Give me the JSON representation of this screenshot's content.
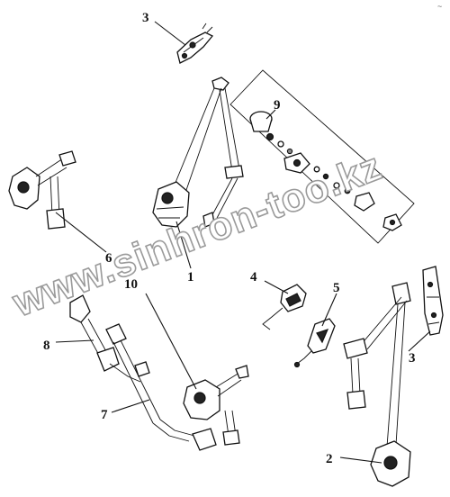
{
  "diagram": {
    "watermark": "www.sinhron-too.kz",
    "corner_mark": "~",
    "callouts": [
      {
        "id": "c3top",
        "label": "3"
      },
      {
        "id": "c9",
        "label": "9"
      },
      {
        "id": "c6",
        "label": "6"
      },
      {
        "id": "c1",
        "label": "1"
      },
      {
        "id": "c10",
        "label": "10"
      },
      {
        "id": "c4",
        "label": "4"
      },
      {
        "id": "c5",
        "label": "5"
      },
      {
        "id": "c8",
        "label": "8"
      },
      {
        "id": "c7",
        "label": "7"
      },
      {
        "id": "c3right",
        "label": "3"
      },
      {
        "id": "c2",
        "label": "2"
      }
    ]
  }
}
